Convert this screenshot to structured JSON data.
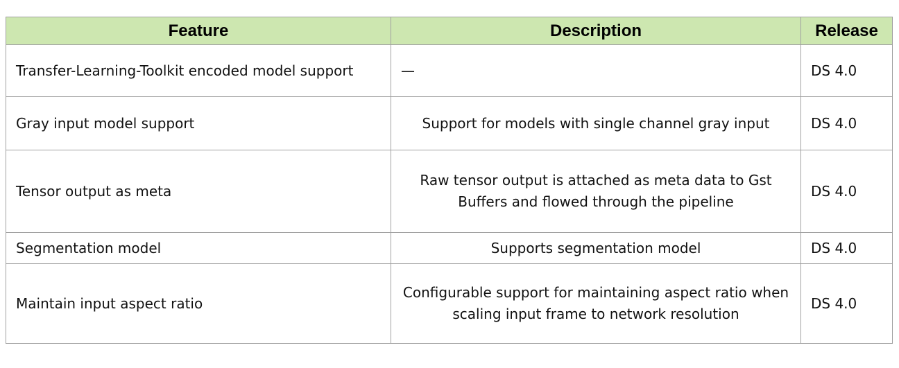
{
  "table": {
    "headers": [
      "Feature",
      "Description",
      "Release"
    ],
    "rows": [
      {
        "feature": "Transfer-Learning-Toolkit encoded model support",
        "description": "—",
        "release": "DS 4.0"
      },
      {
        "feature": "Gray input model support",
        "description": "Support for models with single channel gray input",
        "release": "DS 4.0"
      },
      {
        "feature": "Tensor output as meta",
        "description": "Raw tensor output is attached as meta data to Gst Buffers and flowed through the pipeline",
        "release": "DS 4.0"
      },
      {
        "feature": "Segmentation model",
        "description": "Supports segmentation model",
        "release": "DS 4.0"
      },
      {
        "feature": "Maintain input aspect ratio",
        "description": "Configurable support for maintaining aspect ratio when scaling input frame to network resolution",
        "release": "DS 4.0"
      }
    ]
  },
  "colors": {
    "header_bg": "#cde7b0",
    "border": "#a0a0a0",
    "text": "#111111"
  }
}
